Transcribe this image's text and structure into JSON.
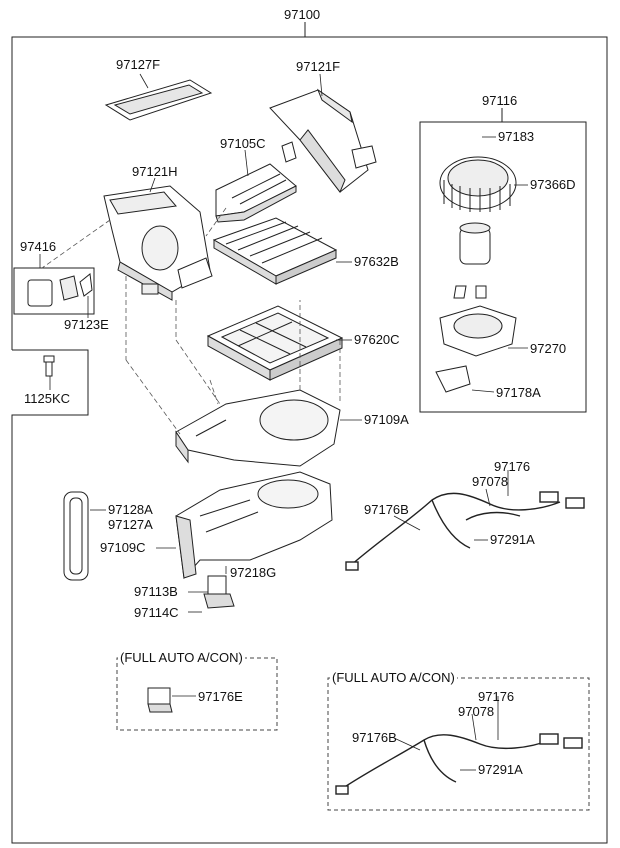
{
  "diagram": {
    "main_assembly": "97100",
    "sections": {
      "full_auto_1": "(FULL AUTO A/CON)",
      "full_auto_2": "(FULL AUTO A/CON)"
    },
    "parts": {
      "p97127F": "97127F",
      "p97121F": "97121F",
      "p97116": "97116",
      "p97183": "97183",
      "p97105C": "97105C",
      "p97121H": "97121H",
      "p97366D": "97366D",
      "p97416": "97416",
      "p97632B": "97632B",
      "p97123E": "97123E",
      "p97620C": "97620C",
      "p97270": "97270",
      "p97178A": "97178A",
      "p1125KC": "1125KC",
      "p97109A": "97109A",
      "p97176": "97176",
      "p97078": "97078",
      "p97128A": "97128A",
      "p97127A": "97127A",
      "p97176B": "97176B",
      "p97109C": "97109C",
      "p97291A": "97291A",
      "p97218G": "97218G",
      "p97113B": "97113B",
      "p97114C": "97114C",
      "p97176E": "97176E",
      "p97176_2": "97176",
      "p97078_2": "97078",
      "p97176B_2": "97176B",
      "p97291A_2": "97291A"
    },
    "colors": {
      "line": "#222222",
      "fill": "#ffffff",
      "shade": "#cfcfcf"
    }
  }
}
